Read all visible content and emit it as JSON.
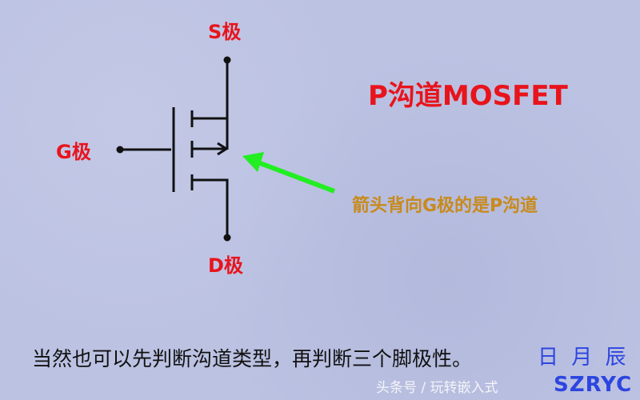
{
  "labels": {
    "source": "S极",
    "gate": "G极",
    "drain": "D极"
  },
  "title": "P沟道MOSFET",
  "note": "箭头背向G极的是P沟道",
  "bottom_text": "当然也可以先判断沟道类型，再判断三个脚极性。",
  "brand": {
    "cn": "日 月 辰",
    "en": "SZRYC"
  },
  "watermark": "头条号 / 玩转嵌入式",
  "colors": {
    "label": "#e8141c",
    "note": "#c88a1c",
    "arrow": "#22ee22",
    "brand": "#2c45e0"
  }
}
